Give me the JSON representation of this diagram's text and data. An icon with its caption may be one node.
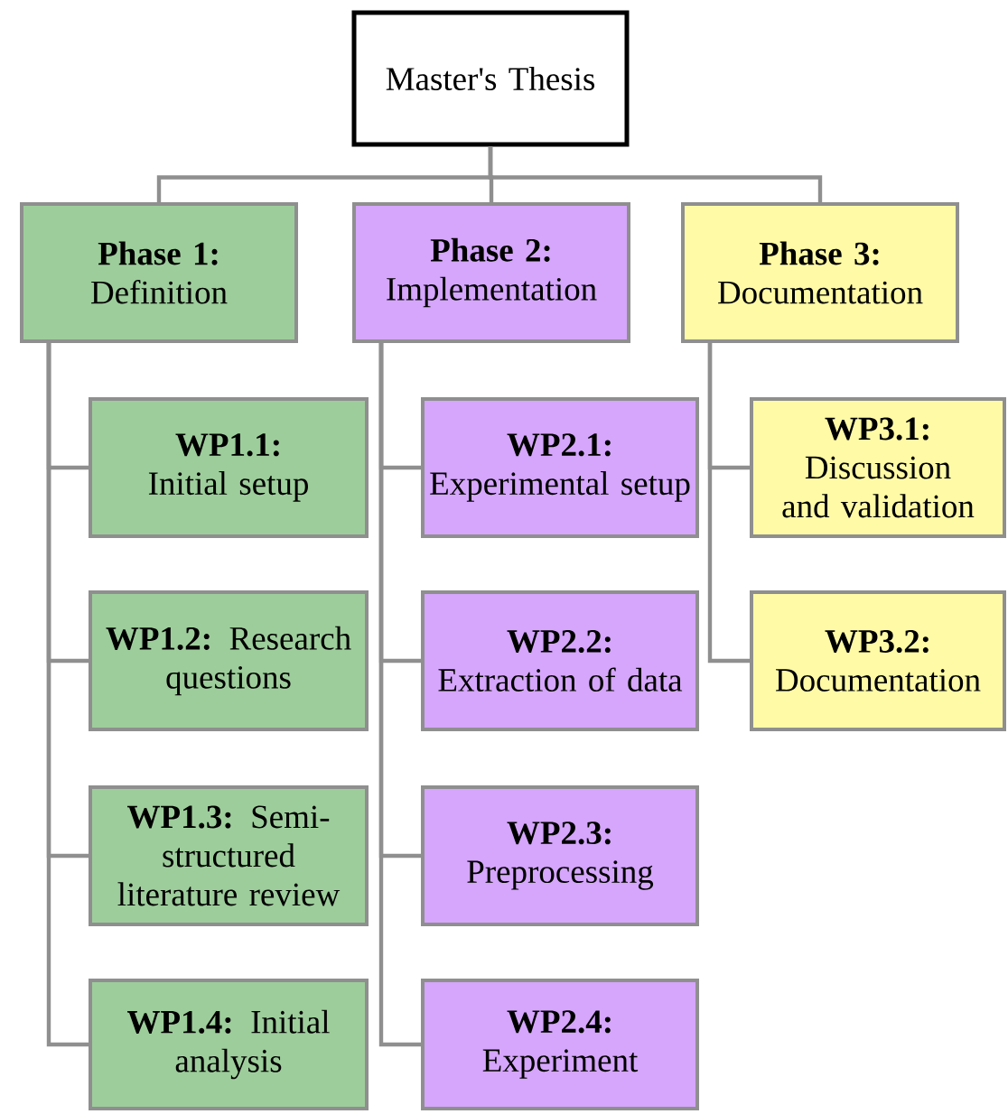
{
  "diagram": {
    "nodes": [
      {
        "text": [
          "Master's Thesis"
        ]
      },
      {
        "text": [
          "**Phase 1:** Definition"
        ]
      },
      {
        "text": [
          "**Phase 2:** Implementation"
        ]
      },
      {
        "text": [
          "**Phase 3:** Documentation"
        ]
      },
      {
        "text": [
          "**WP1.1:** Initial setup"
        ]
      },
      {
        "text": [
          "**WP1.2:** Research questions"
        ]
      },
      {
        "text": [
          "**WP1.3:** Semi-structured literature review"
        ]
      },
      {
        "text": [
          "**WP1.4:** Initial analysis"
        ]
      },
      {
        "text": [
          "**WP2.1:** Experimental setup"
        ]
      },
      {
        "text": [
          "**WP2.2:** Extraction of data"
        ]
      },
      {
        "text": [
          "**WP2.3:** Preprocessing"
        ]
      },
      {
        "text": [
          "**WP2.4:** Experiment"
        ]
      },
      {
        "text": [
          "**WP3.1:** Discussion and validation"
        ]
      },
      {
        "text": [
          "**WP3.2:** Documentation"
        ]
      }
    ],
    "edges": [
      {
        "from": 0,
        "to": 1,
        "arrow": "none"
      },
      {
        "from": 0,
        "to": 2,
        "arrow": "none"
      },
      {
        "from": 0,
        "to": 3,
        "arrow": "none"
      },
      {
        "from": 1,
        "to": 4,
        "arrow": "none"
      },
      {
        "from": 1,
        "to": 5,
        "arrow": "none"
      },
      {
        "from": 1,
        "to": 6,
        "arrow": "none"
      },
      {
        "from": 1,
        "to": 7,
        "arrow": "none"
      },
      {
        "from": 2,
        "to": 8,
        "arrow": "none"
      },
      {
        "from": 2,
        "to": 9,
        "arrow": "none"
      },
      {
        "from": 2,
        "to": 10,
        "arrow": "none"
      },
      {
        "from": 2,
        "to": 11,
        "arrow": "none"
      },
      {
        "from": 3,
        "to": 12,
        "arrow": "none"
      },
      {
        "from": 3,
        "to": 13,
        "arrow": "none"
      }
    ]
  }
}
